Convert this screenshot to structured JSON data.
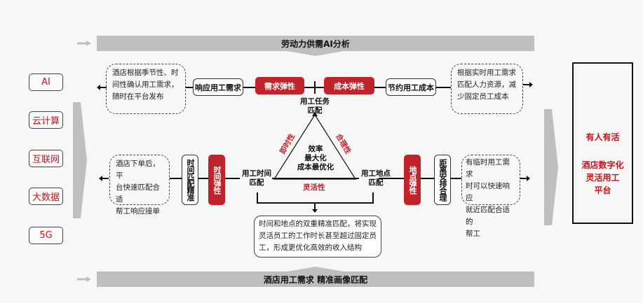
{
  "banners": {
    "top": "劳动力供需AI分析",
    "bottom": "酒店用工需求 精准画像匹配"
  },
  "technologies": [
    "AI",
    "云计算",
    "互联网",
    "大数据",
    "5G"
  ],
  "top_row": {
    "left_note": "酒店根据季节性、时间性确认用工需求，随时在平台发布",
    "left_note_lines": [
      "酒店根据季节性、时",
      "间性确认用工需求，",
      "随时在平台发布"
    ],
    "left_action": "响应用工需求",
    "left_elasticity": "需求弹性",
    "right_elasticity": "成本弹性",
    "right_action": "节约用工成本",
    "right_note_lines": [
      "根据实时用工需求",
      "匹配人力资源，减",
      "少固定员工成本"
    ]
  },
  "triangle": {
    "top_node": [
      "用工任务",
      "匹配"
    ],
    "left_node": [
      "用工时间",
      "匹配"
    ],
    "right_node": [
      "用工地点",
      "匹配"
    ],
    "center": [
      "效率",
      "最大化",
      "成本最优化"
    ],
    "left_side_label": "即时性",
    "right_side_label": "合理性",
    "bottom_side_label": "灵活性"
  },
  "middle_row": {
    "left_note_lines": [
      "酒店下单后，平",
      "台快速匹配合适",
      "帮工响应接单"
    ],
    "left_action": "时间匹配精准",
    "left_elasticity": "时间弹性",
    "right_elasticity": "地点弹性",
    "right_action": "距离安排合理",
    "right_note_lines": [
      "有临时用工需求",
      "时可以快速响应",
      "就近匹配合适的",
      "帮工"
    ]
  },
  "summary_lines": [
    "时间和地点的双重精准匹配，将实现",
    "灵活员工的工作时长甚至超过固定员",
    "工，形成更优化高效的收入结构"
  ],
  "platform": {
    "tagline": "有人有活",
    "title_lines": [
      "酒店数字化",
      "灵活用工",
      "平台"
    ]
  },
  "colors": {
    "accent_red": "#c1232b",
    "banner_gray": "#bfbfbf",
    "background": "#f7f7f7"
  }
}
